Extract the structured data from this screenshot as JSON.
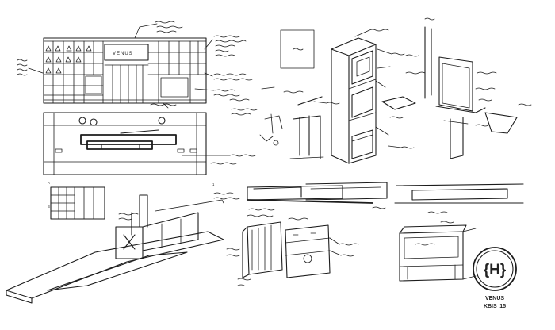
{
  "sheet": {
    "sign_text": "VENUS",
    "logo": {
      "mark": "{H}",
      "caption_line1": "VENUS",
      "caption_line2": "KBIS '15"
    },
    "section_markers": [
      "A",
      "B",
      "1"
    ]
  }
}
